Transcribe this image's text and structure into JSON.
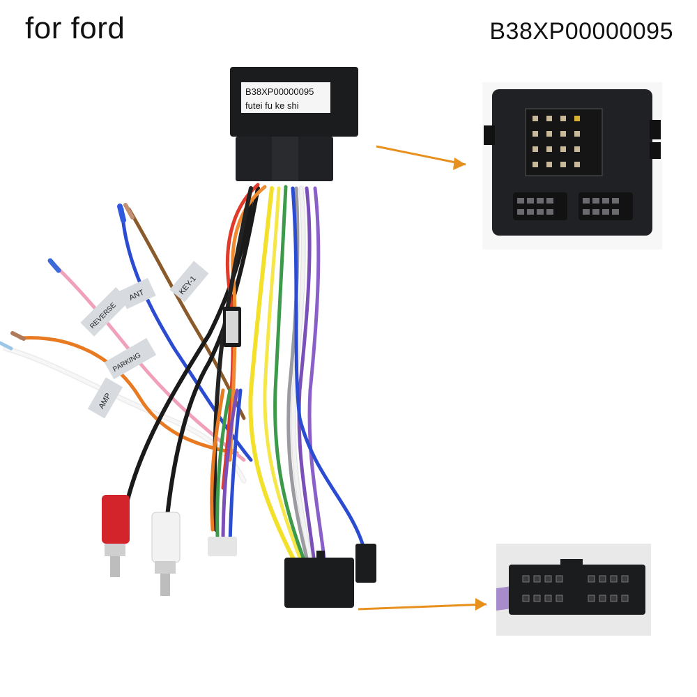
{
  "header": {
    "left_text": "for ford",
    "right_text": "B38XP00000095"
  },
  "module_label": {
    "line1": "B38XP00000095",
    "line2": "futei fu ke shi"
  },
  "wire_tags": {
    "ant": "ANT",
    "key": "KEY-1",
    "reverse": "REVERSE",
    "parking": "PARKING",
    "amp": "AMP"
  },
  "colors": {
    "connector_black": "#1b1c1e",
    "arrow_orange": "#e8901d",
    "rca_red": "#d2242a",
    "rca_white": "#f2f2f2",
    "wire_yellow": "#f2e02a",
    "wire_orange": "#e87a22",
    "wire_blue": "#2b4bd0",
    "wire_pink": "#f0a0b8",
    "wire_purple": "#7a4fb8",
    "wire_red": "#e03a2a",
    "wire_brown": "#8a5a2a",
    "wire_green": "#3c9a4a",
    "wire_gray": "#9a9aa0",
    "wire_white": "#f7f7f7"
  },
  "icons": {
    "arrow_to_top_inset": "arrow-right-icon",
    "arrow_to_bottom_inset": "arrow-right-icon"
  }
}
